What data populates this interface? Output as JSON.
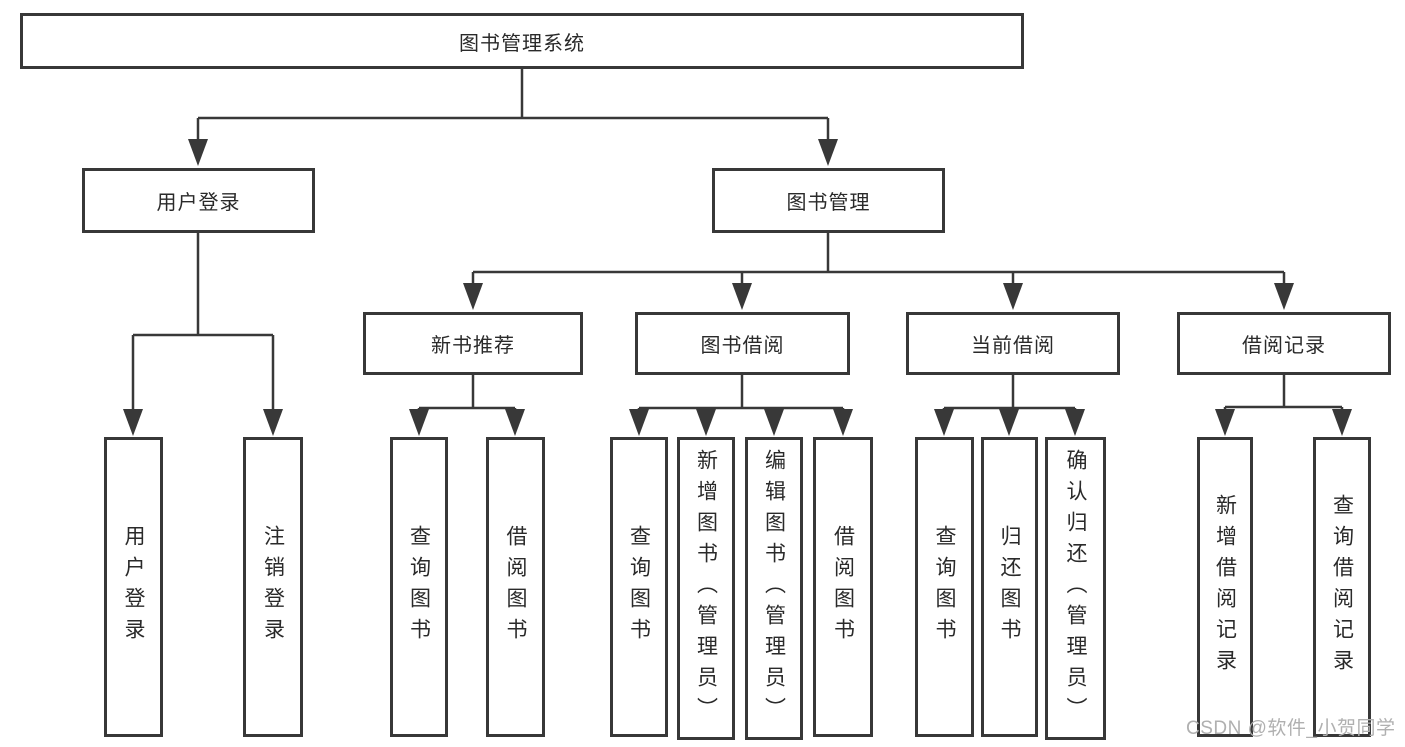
{
  "tree": {
    "root": {
      "label": "图书管理系统"
    },
    "branches": [
      {
        "label": "用户登录",
        "children": [
          {
            "label": "用户登录"
          },
          {
            "label": "注销登录"
          }
        ]
      },
      {
        "label": "图书管理",
        "children": [
          {
            "label": "新书推荐",
            "children": [
              {
                "label": "查询图书"
              },
              {
                "label": "借阅图书"
              }
            ]
          },
          {
            "label": "图书借阅",
            "children": [
              {
                "label": "查询图书"
              },
              {
                "label": "新增图书（管理员）"
              },
              {
                "label": "编辑图书（管理员）"
              },
              {
                "label": "借阅图书"
              }
            ]
          },
          {
            "label": "当前借阅",
            "children": [
              {
                "label": "查询图书"
              },
              {
                "label": "归还图书"
              },
              {
                "label": "确认归还（管理员）"
              }
            ]
          },
          {
            "label": "借阅记录",
            "children": [
              {
                "label": "新增借阅记录"
              },
              {
                "label": "查询借阅记录"
              }
            ]
          }
        ]
      }
    ]
  },
  "watermark": {
    "text": "CSDN @软件_小贺同学"
  },
  "colors": {
    "line": "#383838",
    "box_border": "#383838",
    "box_background": "#ffffff",
    "text": "#2a2a2a",
    "watermark": "#b0b0b0",
    "page_background": "#ffffff"
  }
}
